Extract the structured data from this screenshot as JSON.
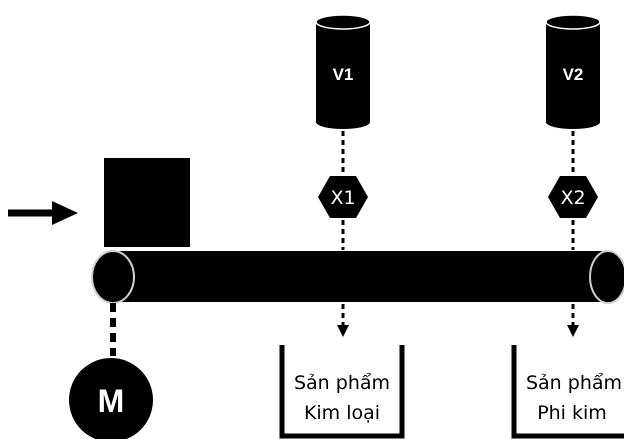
{
  "diagram": {
    "motor": {
      "label": "M"
    },
    "valves": [
      {
        "label": "V1"
      },
      {
        "label": "V2"
      }
    ],
    "sensors": [
      {
        "label": "X1"
      },
      {
        "label": "X2"
      }
    ],
    "bins": [
      {
        "line1": "Sản phẩm",
        "line2": "Kim loại"
      },
      {
        "line1": "Sản phẩm",
        "line2": "Phi kim"
      }
    ],
    "colors": {
      "ink": "#000000",
      "roller_edge": "#cfcfcf",
      "background": "#ffffff"
    }
  }
}
